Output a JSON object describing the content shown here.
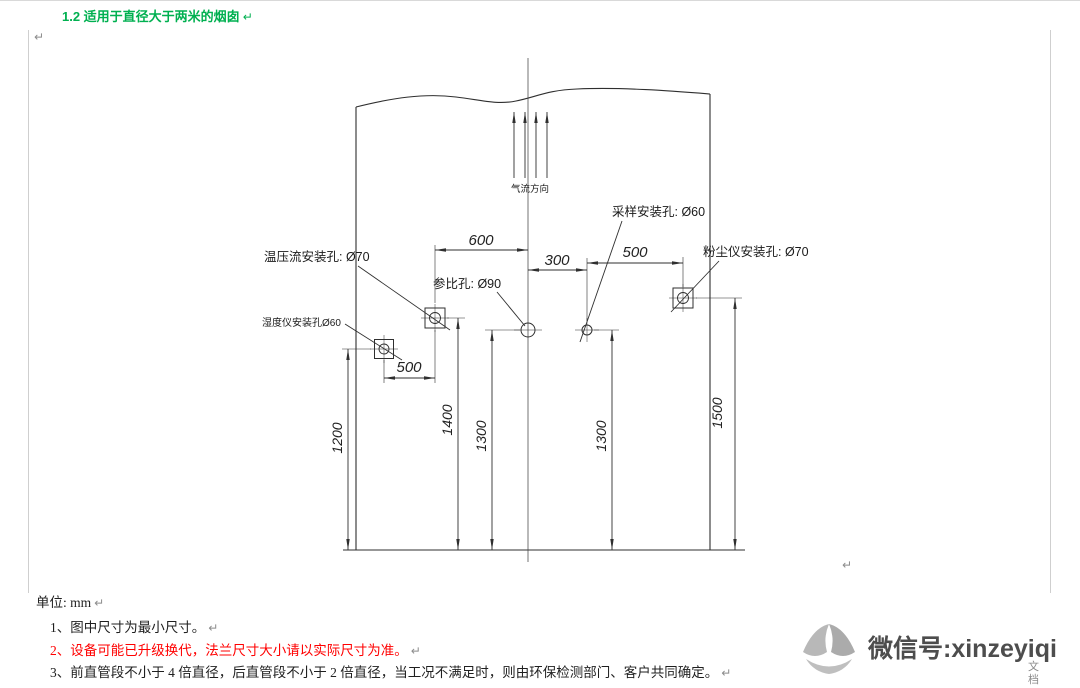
{
  "page": {
    "heading": "1.2 适用于直径大于两米的烟囱",
    "pilcrow": "↵",
    "corner_text": "文档"
  },
  "diagram": {
    "airflow_label": "气流方向",
    "labels": {
      "humidity": "湿度仪安装孔Ø60",
      "temp_pressure_flow": "温压流安装孔: Ø70",
      "reference": "参比孔: Ø90",
      "sampling": "采样安装孔: Ø60",
      "dust": "粉尘仪安装孔: Ø70"
    },
    "dims": {
      "top_600": "600",
      "top_300": "300",
      "top_500": "500",
      "lower_500": "500",
      "v_1200": "1200",
      "v_1400": "1400",
      "v_1300_left": "1300",
      "v_1300_right": "1300",
      "v_1500": "1500"
    }
  },
  "notes": {
    "unit": "单位: mm",
    "items": [
      "1、图中尺寸为最小尺寸。",
      "2、设备可能已升级换代，法兰尺寸大小请以实际尺寸为准。",
      "3、前直管段不小于 4 倍直径，后直管段不小于 2 倍直径，当工况不满足时，则由环保检测部门、客户共同确定。"
    ]
  },
  "watermark": {
    "wechat_id": "微信号:xinzeyiqi"
  }
}
